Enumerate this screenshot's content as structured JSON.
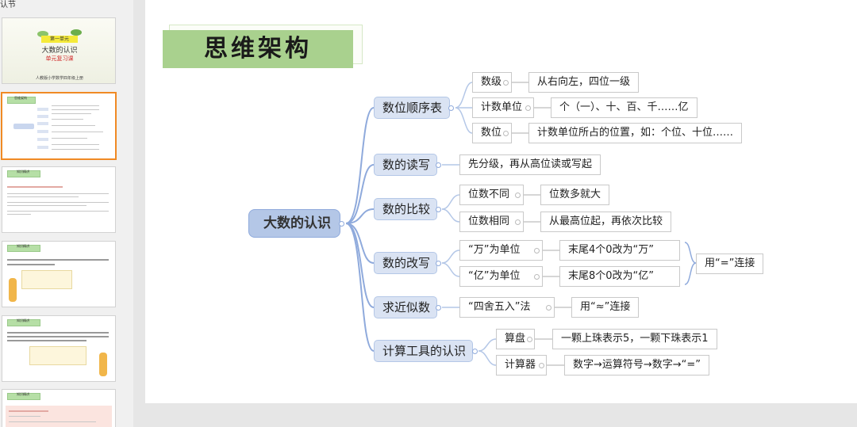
{
  "sidebar": {
    "section_label": "认节",
    "cover": {
      "tab": "第一单元",
      "title": "大数的认识",
      "subtitle": "单元复习课",
      "footer": "人教版小学数学四年级上册"
    },
    "thumb_tags": [
      "思维架构",
      "知识精讲",
      "知识精讲",
      "知识精讲",
      "知识精讲"
    ]
  },
  "slide": {
    "title": "思维架构",
    "root": "大数的认识",
    "branches": [
      {
        "label": "数位顺序表"
      },
      {
        "label": "数的读写"
      },
      {
        "label": "数的比较"
      },
      {
        "label": "数的改写"
      },
      {
        "label": "求近似数"
      },
      {
        "label": "计算工具的认识"
      }
    ],
    "subs": {
      "shuji": "数级",
      "jishudanwei": "计数单位",
      "shuwei": "数位",
      "shuwei_butong": "位数不同",
      "shuwei_xiangtong": "位数相同",
      "wan_danwei": "“万”为单位",
      "yi_danwei": "“亿”为单位",
      "sishe": "“四舍五入”法",
      "suanpan": "算盘",
      "jisuanqi": "计算器"
    },
    "leaves": {
      "shuji": "从右向左，四位一级",
      "jishudanwei": "个（一）、十、百、千……亿",
      "shuwei": "计数单位所占的位置，如：个位、十位……",
      "duxie": "先分级，再从高位读或写起",
      "butong": "位数多就大",
      "xiangtong": "从最高位起，再依次比较",
      "wan": "末尾4个0改为“万”",
      "yi": "末尾8个0改为“亿”",
      "gaixie_join": "用“=”连接",
      "sishe": "用“≈”连接",
      "suanpan": "一颗上珠表示5，一颗下珠表示1",
      "jisuanqi": "数字→运算符号→数字→“=”"
    }
  }
}
